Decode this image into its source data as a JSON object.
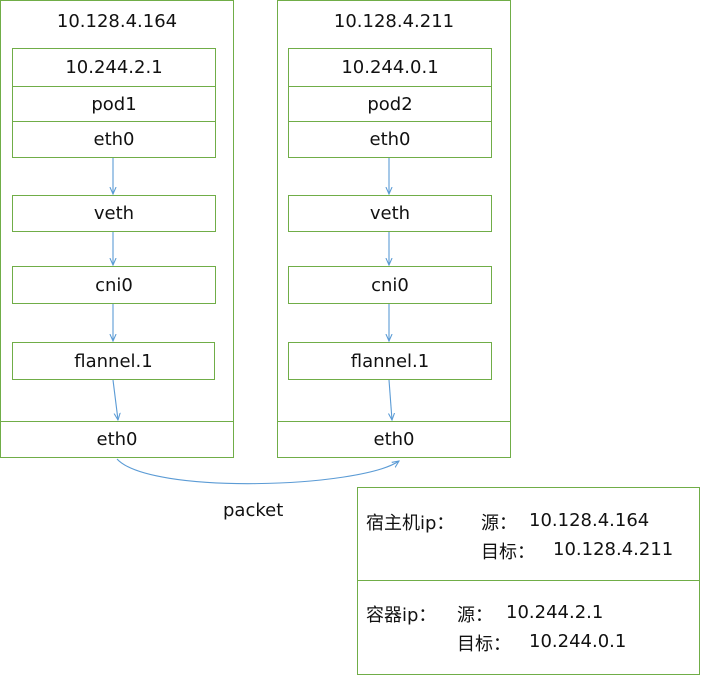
{
  "hosts": [
    {
      "ip": "10.128.4.164",
      "pod_ip": "10.244.2.1",
      "pod_name": "pod1",
      "pod_eth": "eth0",
      "veth": "veth",
      "cni": "cni0",
      "flannel": "flannel.1",
      "host_eth": "eth0"
    },
    {
      "ip": "10.128.4.211",
      "pod_ip": "10.244.0.1",
      "pod_name": "pod2",
      "pod_eth": "eth0",
      "veth": "veth",
      "cni": "cni0",
      "flannel": "flannel.1",
      "host_eth": "eth0"
    }
  ],
  "packet_label": "packet",
  "info": {
    "host_ip_label": "宿主机ip：",
    "container_ip_label": "容器ip：",
    "src_label": "源：",
    "dst_label": "目标：",
    "host_src": "10.128.4.164",
    "host_dst": "10.128.4.211",
    "container_src": "10.244.2.1",
    "container_dst": "10.244.0.1"
  },
  "colors": {
    "border": "#70ad47",
    "arrow": "#5b9bd5",
    "text": "#111111"
  }
}
